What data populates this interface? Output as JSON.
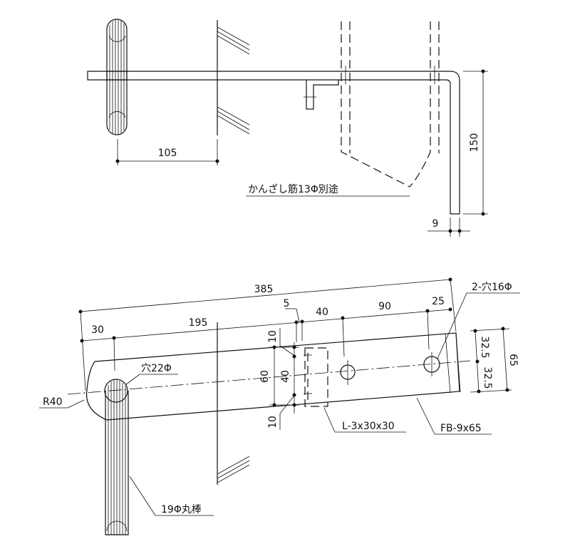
{
  "top_view": {
    "dim_105": "105",
    "dim_150": "150",
    "dim_9": "9",
    "rebar_note": "かんざし筋13Φ別途"
  },
  "plan_view": {
    "dim_385": "385",
    "dim_195": "195",
    "dim_30": "30",
    "dim_5": "5",
    "dim_40_top": "40",
    "dim_90": "90",
    "dim_25": "25",
    "dim_10_top": "10",
    "dim_10_bottom": "10",
    "dim_60": "60",
    "dim_40_side": "40",
    "dim_32_5_a": "32.5",
    "dim_32_5_b": "32.5",
    "dim_65": "65",
    "hole_22": "穴22Φ",
    "holes_16": "2-穴16Φ",
    "radius": "R40",
    "angle_label": "L-3x30x30",
    "flatbar_label": "FB-9x65",
    "round_bar_label": "19Φ丸棒"
  }
}
